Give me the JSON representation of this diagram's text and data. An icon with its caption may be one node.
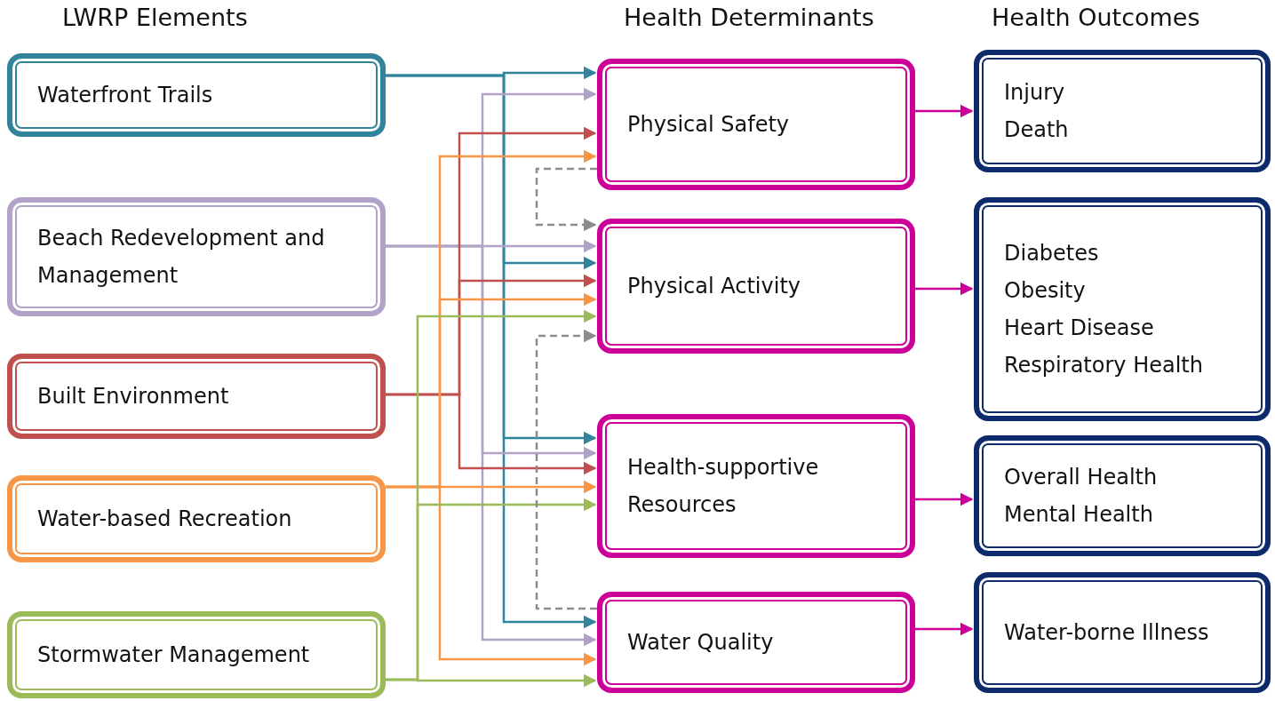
{
  "diagram": {
    "nodes": [
      {
        "text": [
          "Waterfront Trails"
        ]
      },
      {
        "text": [
          "Beach Redevelopment and Management"
        ]
      },
      {
        "text": [
          "Built Environment"
        ]
      },
      {
        "text": [
          "Water-based Recreation"
        ]
      },
      {
        "text": [
          "Stormwater Management"
        ]
      },
      {
        "text": [
          "Physical Safety"
        ]
      },
      {
        "text": [
          "Physical Activity"
        ]
      },
      {
        "text": [
          "Health-supportive Resources"
        ]
      },
      {
        "text": [
          "Water Quality"
        ]
      },
      {
        "text": [
          "Injury",
          "Death"
        ]
      },
      {
        "text": [
          "Diabetes",
          "Obesity",
          "Heart Disease",
          "Respiratory Health"
        ]
      },
      {
        "text": [
          "Overall Health",
          "Mental Health"
        ]
      },
      {
        "text": [
          "Water-borne Illness"
        ]
      }
    ],
    "edges": [
      {
        "from": 0,
        "to": 5,
        "arrow": "to",
        "color": "#31849b"
      },
      {
        "from": 0,
        "to": 6,
        "arrow": "to",
        "color": "#31849b"
      },
      {
        "from": 0,
        "to": 7,
        "arrow": "to",
        "color": "#31849b"
      },
      {
        "from": 0,
        "to": 8,
        "arrow": "to",
        "color": "#31849b"
      },
      {
        "from": 1,
        "to": 5,
        "arrow": "to",
        "color": "#b3a2c7"
      },
      {
        "from": 1,
        "to": 6,
        "arrow": "to",
        "color": "#b3a2c7"
      },
      {
        "from": 1,
        "to": 7,
        "arrow": "to",
        "color": "#b3a2c7"
      },
      {
        "from": 1,
        "to": 8,
        "arrow": "to",
        "color": "#b3a2c7"
      },
      {
        "from": 2,
        "to": 5,
        "arrow": "to",
        "color": "#c0504d"
      },
      {
        "from": 2,
        "to": 6,
        "arrow": "to",
        "color": "#c0504d"
      },
      {
        "from": 2,
        "to": 7,
        "arrow": "to",
        "color": "#c0504d"
      },
      {
        "from": 3,
        "to": 5,
        "arrow": "to",
        "color": "#f79646"
      },
      {
        "from": 3,
        "to": 6,
        "arrow": "to",
        "color": "#f79646"
      },
      {
        "from": 3,
        "to": 7,
        "arrow": "to",
        "color": "#f79646"
      },
      {
        "from": 3,
        "to": 8,
        "arrow": "to",
        "color": "#f79646"
      },
      {
        "from": 4,
        "to": 6,
        "arrow": "to",
        "color": "#9bbb59"
      },
      {
        "from": 4,
        "to": 7,
        "arrow": "to",
        "color": "#9bbb59"
      },
      {
        "from": 4,
        "to": 8,
        "arrow": "to",
        "color": "#9bbb59"
      },
      {
        "from": 5,
        "to": 6,
        "arrow": "to",
        "style": "dashed",
        "color": "#8c8c8c"
      },
      {
        "from": 8,
        "to": 6,
        "arrow": "to",
        "style": "dashed",
        "color": "#8c8c8c"
      },
      {
        "from": 5,
        "to": 9,
        "arrow": "to",
        "color": "#cc0099"
      },
      {
        "from": 6,
        "to": 10,
        "arrow": "to",
        "color": "#cc0099"
      },
      {
        "from": 7,
        "to": 11,
        "arrow": "to",
        "color": "#cc0099"
      },
      {
        "from": 8,
        "to": 12,
        "arrow": "to",
        "color": "#cc0099"
      }
    ],
    "labels": [
      "LWRP Elements",
      "Health Determinants",
      "Health Outcomes"
    ]
  }
}
